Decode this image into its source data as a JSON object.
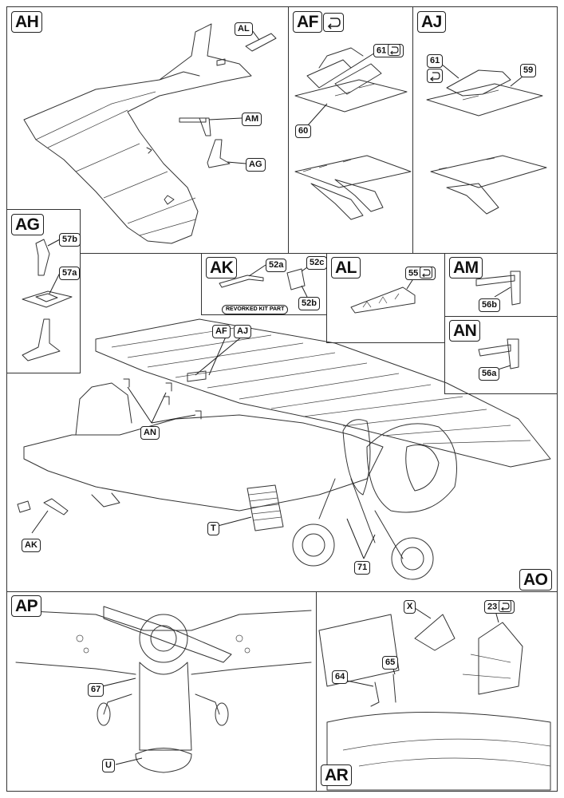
{
  "steps": {
    "ah": "AH",
    "af": "AF",
    "aj": "AJ",
    "ag": "AG",
    "ak": "AK",
    "al": "AL",
    "am": "AM",
    "an": "AN",
    "ao": "AO",
    "ap": "AP",
    "ar": "AR"
  },
  "parts": {
    "al": "AL",
    "am": "AM",
    "ag": "AG",
    "p61": "61",
    "p60": "60",
    "p61b": "61",
    "p59": "59",
    "p57b": "57b",
    "p57a": "57a",
    "p52a": "52a",
    "p52c": "52c",
    "p52b": "52b",
    "p55": "55",
    "p56b": "56b",
    "p56a": "56a",
    "af": "AF",
    "aj": "AJ",
    "an": "AN",
    "ak": "AK",
    "t": "T",
    "p71": "71",
    "p67": "67",
    "u": "U",
    "x": "X",
    "p23": "23",
    "p65": "65",
    "p64": "64"
  },
  "notes": {
    "reworked": "REVORKED KIT PART"
  },
  "icons": {
    "reverse": "reverse-side-arrow-icon"
  },
  "colors": {
    "ink": "#222222",
    "paper": "#ffffff"
  }
}
